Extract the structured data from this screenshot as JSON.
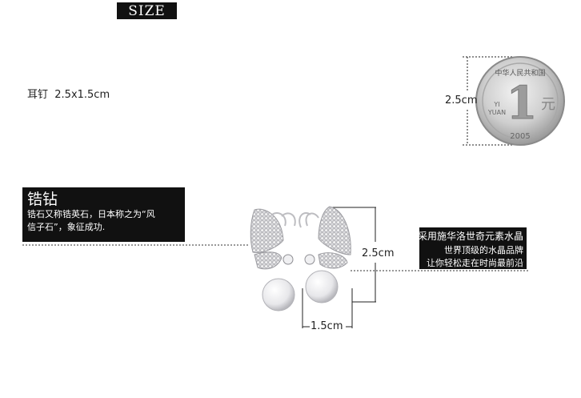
{
  "title_badge": "SIZE",
  "spec": "耳钉  2.5x1.5cm",
  "coin": {
    "dimension_label": "2.5cm",
    "top_text": "中华人民共和国",
    "denomination": "1",
    "denomination_cn": "元",
    "pinyin_1": "YI",
    "pinyin_2": "YUAN",
    "year": "2005"
  },
  "left_box": {
    "title": "锆钻",
    "desc_line1": "锆石又称锆英石，日本称之为“风",
    "desc_line2": "信子石”，象征成功."
  },
  "right_box": {
    "line1": "采用施华洛世奇元素水晶",
    "line2": "世界顶级的水晶品牌",
    "line3": "让你轻松走在时尚最前沿"
  },
  "product": {
    "height_label": "2.5cm",
    "width_label": "1.5cm"
  },
  "colors": {
    "badge_bg": "#111111",
    "box_bg": "#111111",
    "coin_silver": "#c9c9c9"
  }
}
